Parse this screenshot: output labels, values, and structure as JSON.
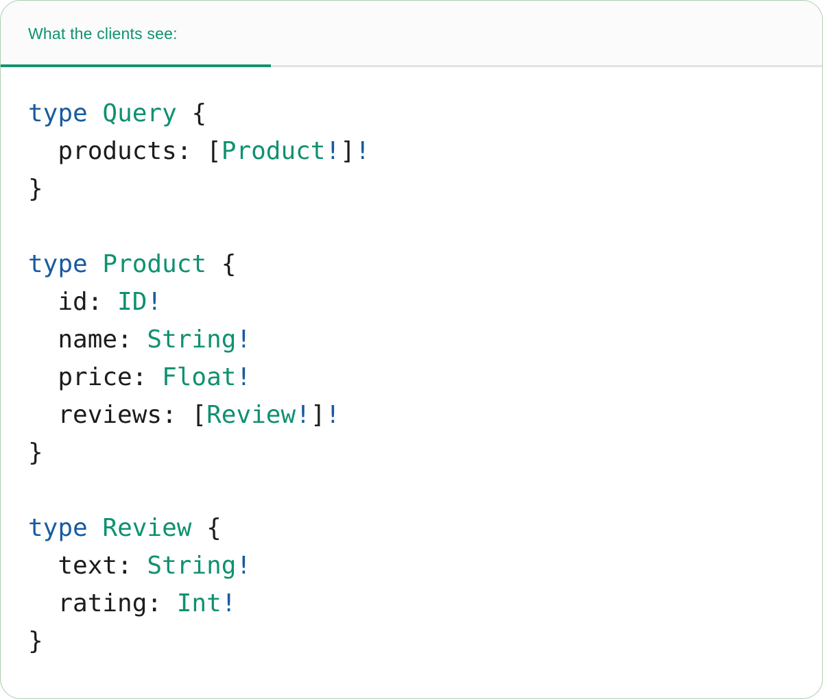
{
  "card": {
    "tab": {
      "label": "What the clients see:"
    }
  },
  "colors": {
    "accent_green": "#0f9170",
    "keyword_blue": "#195a9f",
    "type_green": "#0f9170",
    "bang_blue": "#195a9f",
    "plain_dark": "#1c1c1c",
    "tab_underline_active": "#12926e",
    "tab_underline_inactive": "#e3e3e3",
    "card_border": "#abceb0",
    "header_bg": "#fbfbfb",
    "card_bg": "#ffffff"
  },
  "code": {
    "language": "graphql",
    "lines": [
      {
        "tokens": [
          {
            "t": "kw",
            "s": "type"
          },
          {
            "t": "plain",
            "s": " "
          },
          {
            "t": "type",
            "s": "Query"
          },
          {
            "t": "plain",
            "s": " {"
          }
        ]
      },
      {
        "tokens": [
          {
            "t": "plain",
            "s": "  products: ["
          },
          {
            "t": "type",
            "s": "Product"
          },
          {
            "t": "bang",
            "s": "!"
          },
          {
            "t": "plain",
            "s": "]"
          },
          {
            "t": "bang",
            "s": "!"
          }
        ]
      },
      {
        "tokens": [
          {
            "t": "plain",
            "s": "}"
          }
        ]
      },
      {
        "tokens": []
      },
      {
        "tokens": [
          {
            "t": "kw",
            "s": "type"
          },
          {
            "t": "plain",
            "s": " "
          },
          {
            "t": "type",
            "s": "Product"
          },
          {
            "t": "plain",
            "s": " {"
          }
        ]
      },
      {
        "tokens": [
          {
            "t": "plain",
            "s": "  id: "
          },
          {
            "t": "type",
            "s": "ID"
          },
          {
            "t": "bang",
            "s": "!"
          }
        ]
      },
      {
        "tokens": [
          {
            "t": "plain",
            "s": "  name: "
          },
          {
            "t": "type",
            "s": "String"
          },
          {
            "t": "bang",
            "s": "!"
          }
        ]
      },
      {
        "tokens": [
          {
            "t": "plain",
            "s": "  price: "
          },
          {
            "t": "type",
            "s": "Float"
          },
          {
            "t": "bang",
            "s": "!"
          }
        ]
      },
      {
        "tokens": [
          {
            "t": "plain",
            "s": "  reviews: ["
          },
          {
            "t": "type",
            "s": "Review"
          },
          {
            "t": "bang",
            "s": "!"
          },
          {
            "t": "plain",
            "s": "]"
          },
          {
            "t": "bang",
            "s": "!"
          }
        ]
      },
      {
        "tokens": [
          {
            "t": "plain",
            "s": "}"
          }
        ]
      },
      {
        "tokens": []
      },
      {
        "tokens": [
          {
            "t": "kw",
            "s": "type"
          },
          {
            "t": "plain",
            "s": " "
          },
          {
            "t": "type",
            "s": "Review"
          },
          {
            "t": "plain",
            "s": " {"
          }
        ]
      },
      {
        "tokens": [
          {
            "t": "plain",
            "s": "  text: "
          },
          {
            "t": "type",
            "s": "String"
          },
          {
            "t": "bang",
            "s": "!"
          }
        ]
      },
      {
        "tokens": [
          {
            "t": "plain",
            "s": "  rating: "
          },
          {
            "t": "type",
            "s": "Int"
          },
          {
            "t": "bang",
            "s": "!"
          }
        ]
      },
      {
        "tokens": [
          {
            "t": "plain",
            "s": "}"
          }
        ]
      }
    ]
  }
}
